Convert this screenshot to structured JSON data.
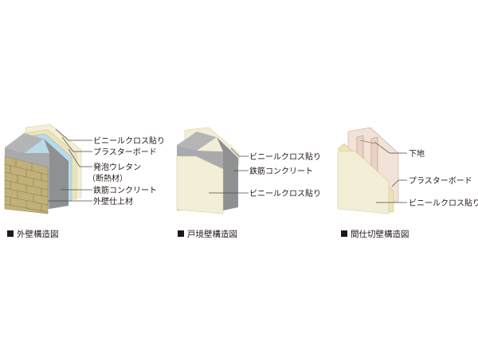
{
  "exterior_wall": {
    "caption": "外壁構造図",
    "labels": [
      "ビニールクロス貼り",
      "プラスターボード",
      "発泡ウレタン",
      "（断熱材）",
      "鉄筋コンクリート",
      "外壁仕上材"
    ]
  },
  "boundary_wall": {
    "caption": "戸境壁構造図",
    "labels": [
      "ビニールクロス貼り",
      "鉄筋コンクリート",
      "ビニールクロス貼り"
    ]
  },
  "partition_wall": {
    "caption": "間仕切壁構造図",
    "labels": [
      "下地",
      "プラスターボード",
      "ビニールクロス貼り"
    ]
  },
  "colors": {
    "concrete": "#a9aaac",
    "concrete_dark": "#8f9092",
    "cloth": "#f3eed6",
    "board": "#ede3b8",
    "insulation": "#b9dbe9",
    "brick": "#c2b07a",
    "stud": "#e8d3c6"
  }
}
